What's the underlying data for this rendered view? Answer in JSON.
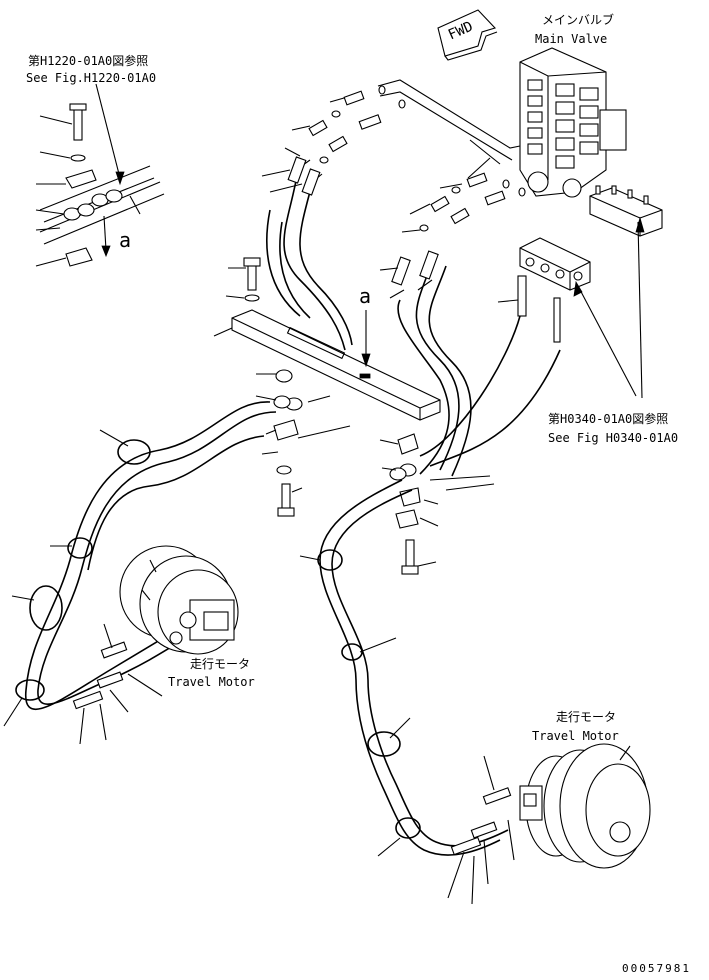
{
  "labels": {
    "ref_top_jp": "第H1220-01A0図参照",
    "ref_top_en": "See Fig.H1220-01A0",
    "valve_jp": "メインバルブ",
    "valve_en": "Main Valve",
    "fwd": "FWD",
    "detail_a_left": "a",
    "detail_a_center": "a",
    "ref_right_jp": "第H0340-01A0図参照",
    "ref_right_en": "See Fig H0340-01A0",
    "motor_left_jp": "走行モータ",
    "motor_left_en": "Travel Motor",
    "motor_right_jp": "走行モータ",
    "motor_right_en": "Travel Motor",
    "doc_number": "00057981"
  },
  "icons": {
    "fwd_arrow": "fwd-arrow-icon",
    "main_valve": "main-valve-icon",
    "travel_motor": "travel-motor-icon"
  }
}
